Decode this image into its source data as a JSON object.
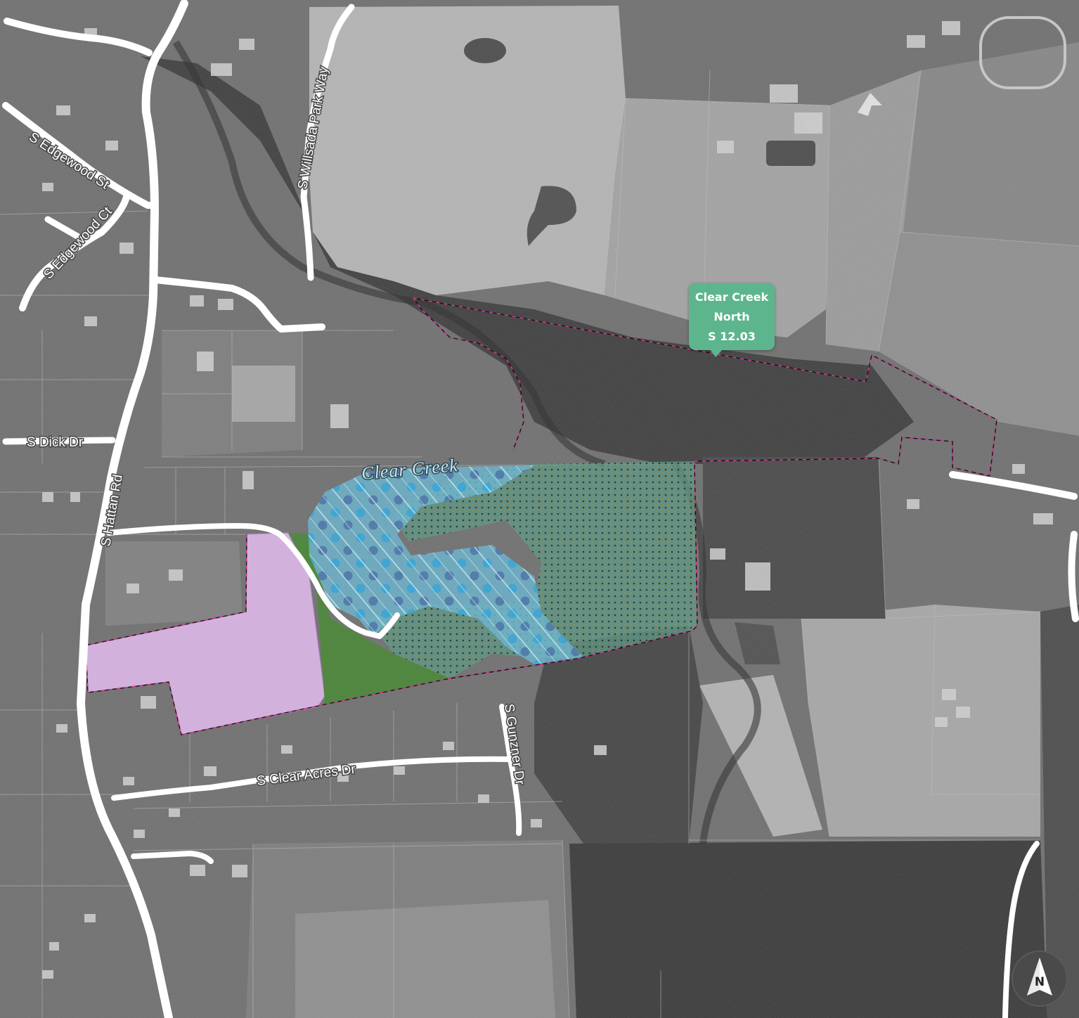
{
  "map": {
    "callout": {
      "line1": "Clear Creek",
      "line2": "North",
      "line3": "S 12.03",
      "color": "#5db58e"
    },
    "waterway_label": "Clear Creek",
    "roads": {
      "edgewood_st": "S Edgewood St",
      "edgewood_ct": "S Edgewood Ct",
      "willsada": "S Willsada Park Way",
      "dick_dr": "S Dick Dr",
      "hattan_rd": "S Hattan Rd",
      "clear_acres": "S Clear Acres Dr",
      "gunzner": "S Gunzner Dr"
    },
    "north_arrow": {
      "label": "N",
      "icon": "north-arrow-icon"
    },
    "colors": {
      "imagery_base": "#6b6b6b",
      "residential_pink": "#d9b4e4",
      "forest_green": "#4f8a3c",
      "floodplain_blue": "#6fb6cf",
      "wetland_teal": "#5f9a88",
      "site_boundary": "#e0389b",
      "road": "#ffffff"
    }
  }
}
